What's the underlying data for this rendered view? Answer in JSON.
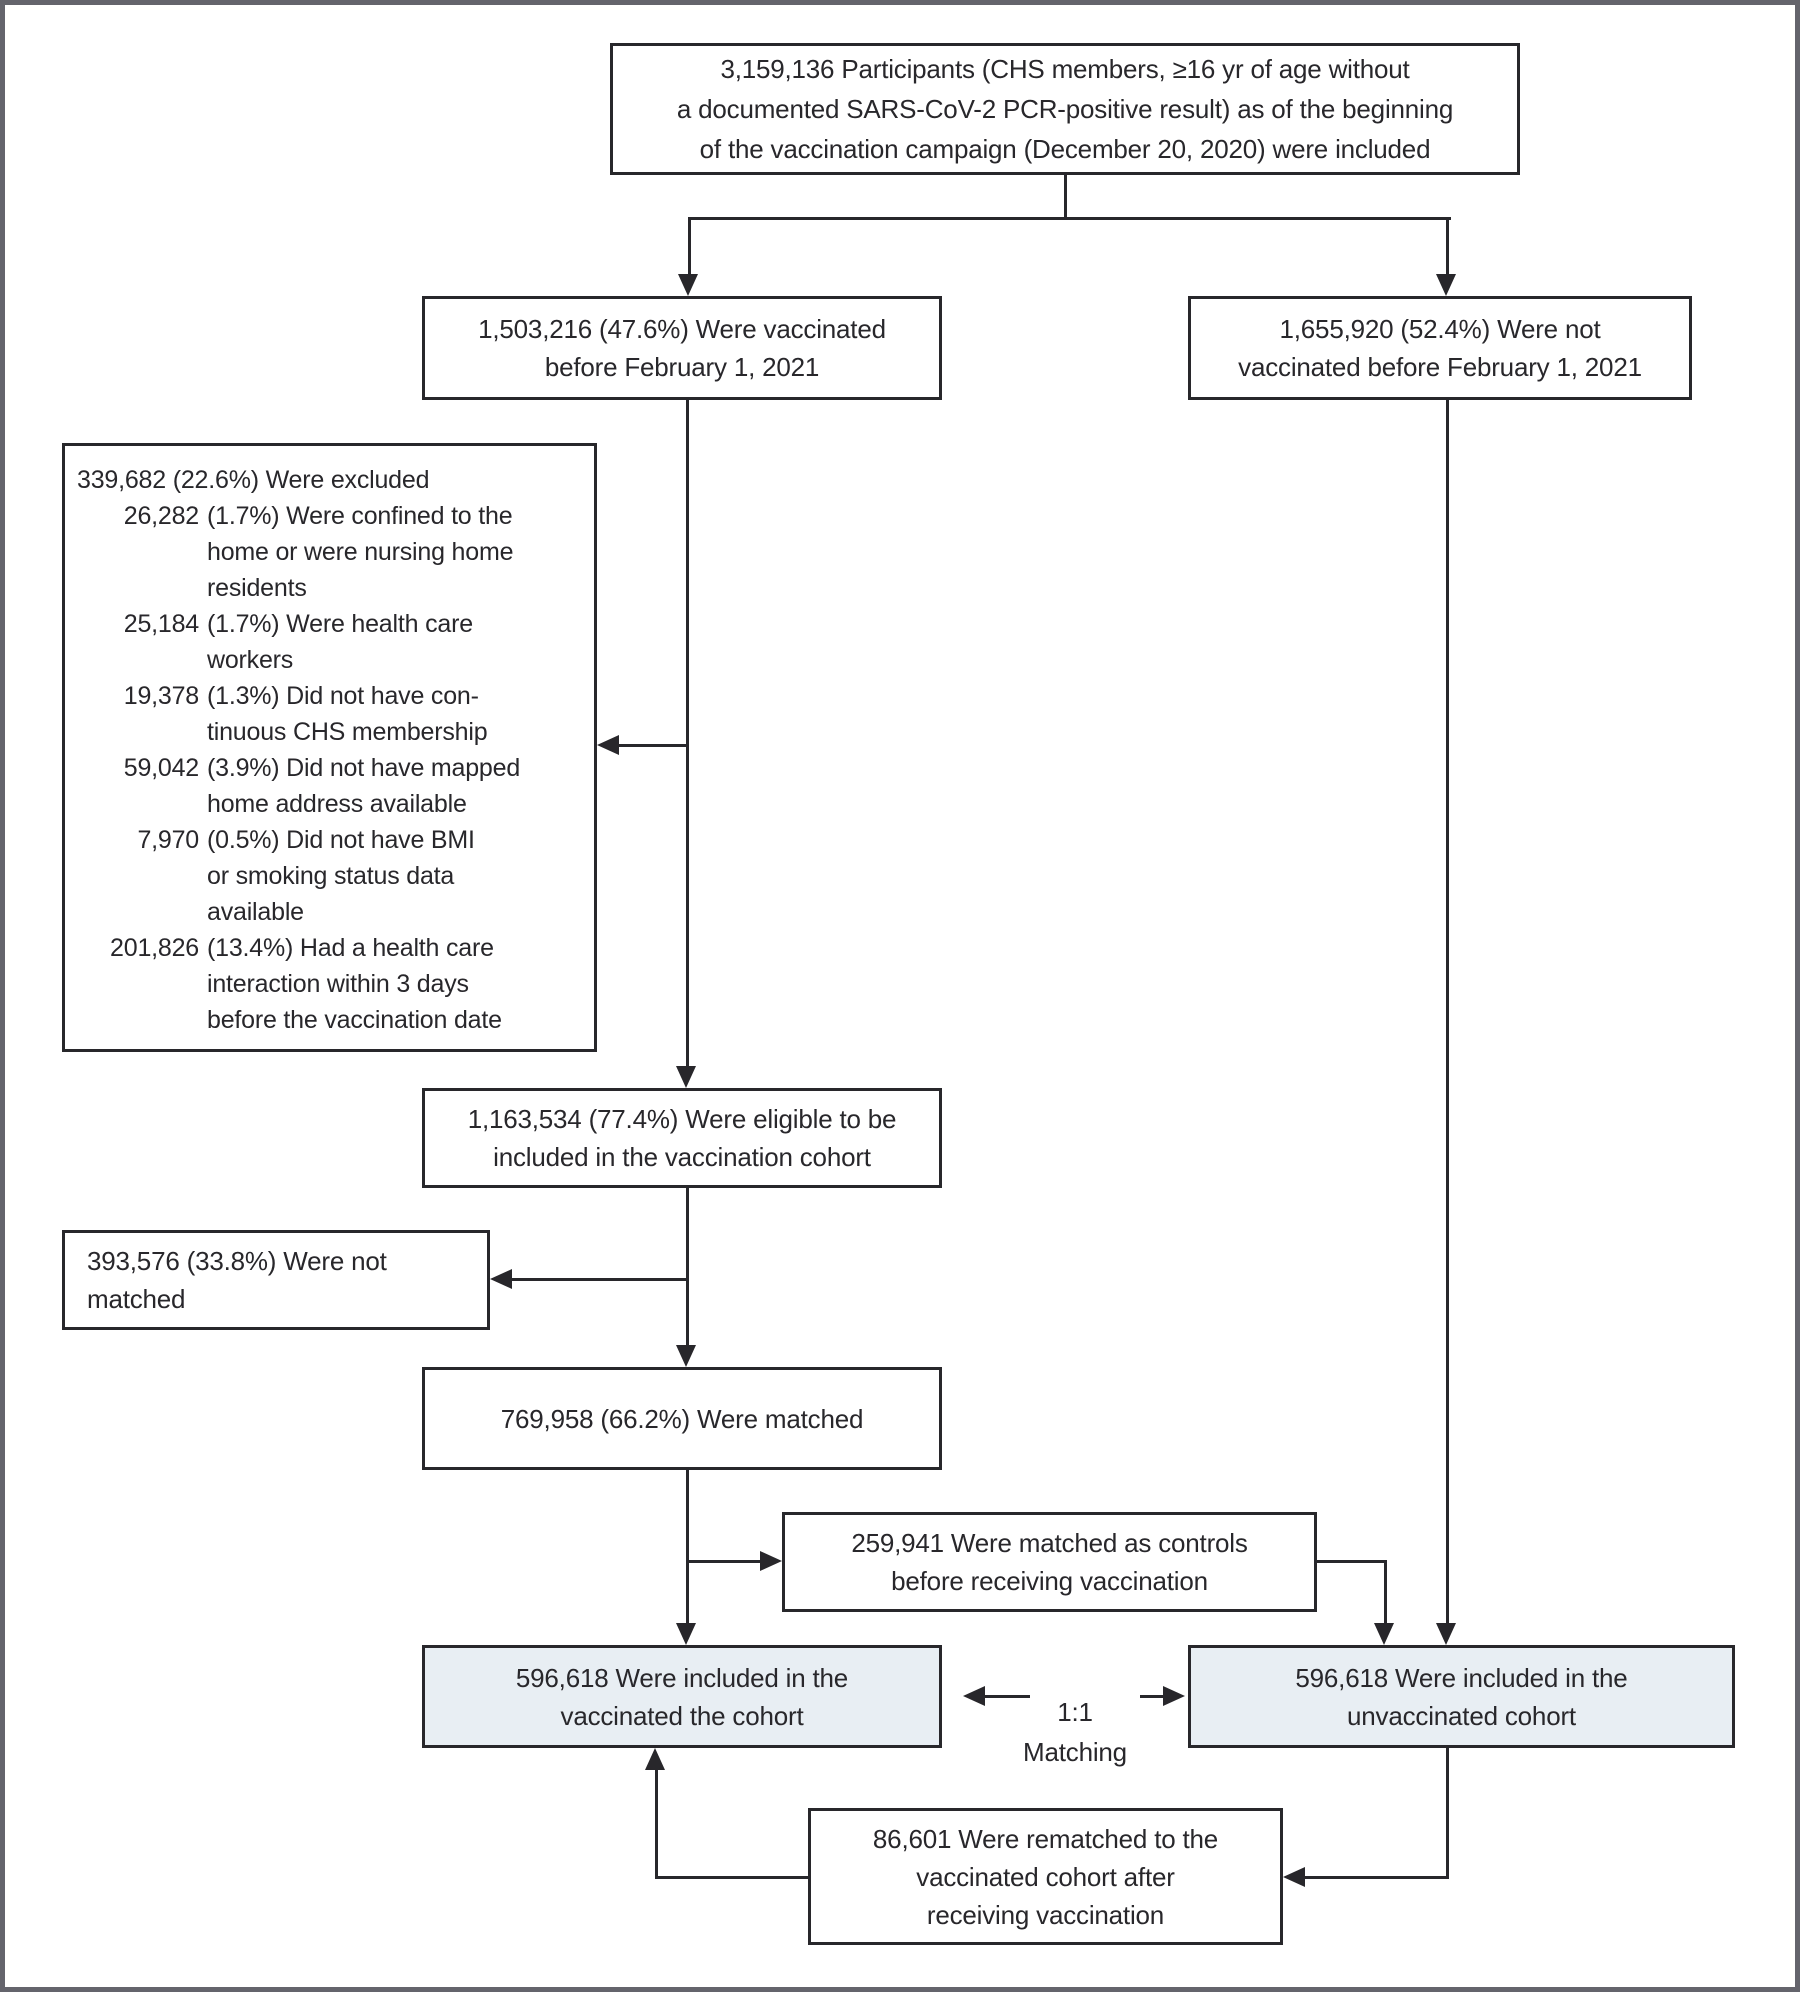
{
  "colors": {
    "ink": "#28272b",
    "shaded_box_fill": "#e8eef3",
    "outer_frame": "#64646c",
    "box_background": "#ffffff"
  },
  "boxes": {
    "participants": {
      "text": "3,159,136 Participants (CHS members, ≥16 yr of age without\na documented SARS-CoV-2 PCR-positive result) as of the beginning\nof the vaccination campaign (December 20, 2020) were included"
    },
    "vaccinated": {
      "text": "1,503,216 (47.6%) Were vaccinated\nbefore February 1, 2021"
    },
    "not_vaccinated": {
      "text": "1,655,920 (52.4%) Were not\nvaccinated before February 1, 2021"
    },
    "excluded": {
      "header": "339,682 (22.6%) Were excluded",
      "items": [
        {
          "value": "26,282",
          "lines": [
            "(1.7%) Were confined to the",
            "home or were nursing home",
            "residents"
          ]
        },
        {
          "value": "25,184",
          "lines": [
            "(1.7%) Were health care",
            "workers"
          ]
        },
        {
          "value": "19,378",
          "lines": [
            "(1.3%) Did not have con-",
            "tinuous CHS membership"
          ]
        },
        {
          "value": "59,042",
          "lines": [
            "(3.9%) Did not have mapped",
            "home address available"
          ]
        },
        {
          "value": "7,970",
          "lines": [
            "(0.5%) Did not have BMI",
            "or smoking status data",
            "available"
          ]
        },
        {
          "value": "201,826",
          "lines": [
            "(13.4%) Had a health care",
            "interaction within 3 days",
            "before the vaccination date"
          ]
        }
      ]
    },
    "eligible": {
      "text": "1,163,534 (77.4%) Were eligible to be\nincluded in the vaccination cohort"
    },
    "not_matched": {
      "text": "393,576 (33.8%) Were not matched"
    },
    "matched": {
      "text": "769,958 (66.2%) Were matched"
    },
    "matched_controls": {
      "text": "259,941 Were matched as controls\nbefore receiving vaccination"
    },
    "vaccinated_cohort": {
      "text": "596,618 Were included in the\nvaccinated the cohort"
    },
    "unvaccinated_cohort": {
      "text": "596,618 Were included in the\nunvaccinated cohort"
    },
    "rematched": {
      "text": "86,601 Were rematched to the\nvaccinated cohort after\nreceiving vaccination"
    },
    "matching_label": {
      "text": "1:1\nMatching"
    }
  }
}
